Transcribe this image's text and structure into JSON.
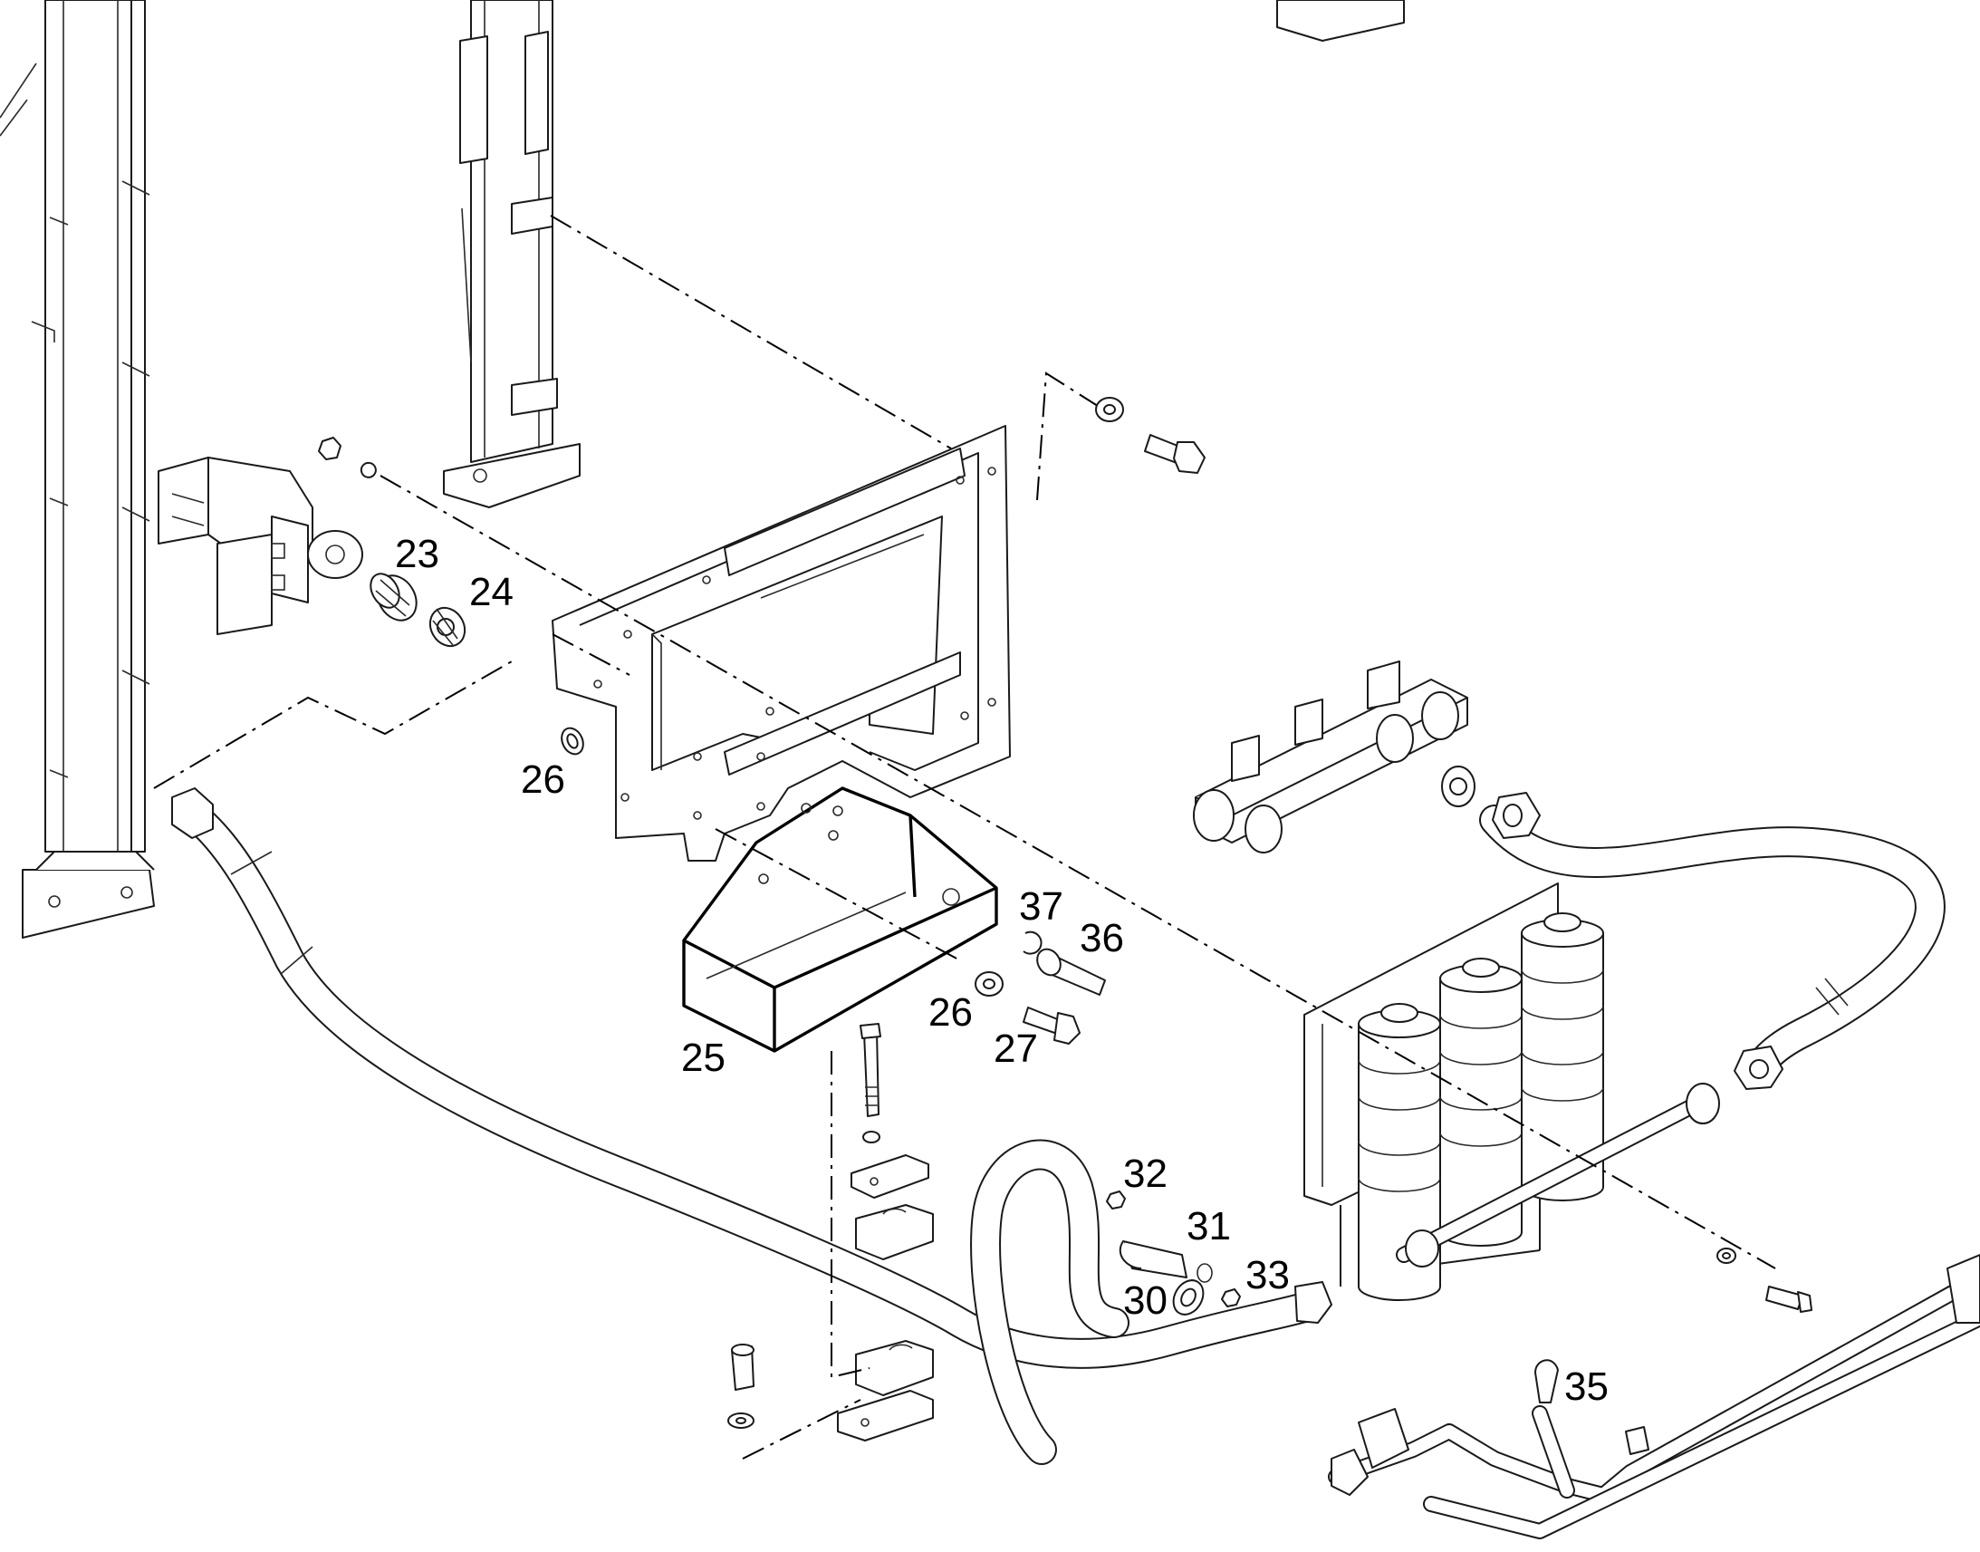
{
  "diagram": {
    "callouts": [
      {
        "id": "c23",
        "text": "23"
      },
      {
        "id": "c24",
        "text": "24"
      },
      {
        "id": "c26a",
        "text": "26"
      },
      {
        "id": "c25",
        "text": "25"
      },
      {
        "id": "c37",
        "text": "37"
      },
      {
        "id": "c36",
        "text": "36"
      },
      {
        "id": "c26b",
        "text": "26"
      },
      {
        "id": "c27",
        "text": "27"
      },
      {
        "id": "c32",
        "text": "32"
      },
      {
        "id": "c31",
        "text": "31"
      },
      {
        "id": "c33",
        "text": "33"
      },
      {
        "id": "c30",
        "text": "30"
      },
      {
        "id": "c35",
        "text": "35"
      }
    ]
  }
}
